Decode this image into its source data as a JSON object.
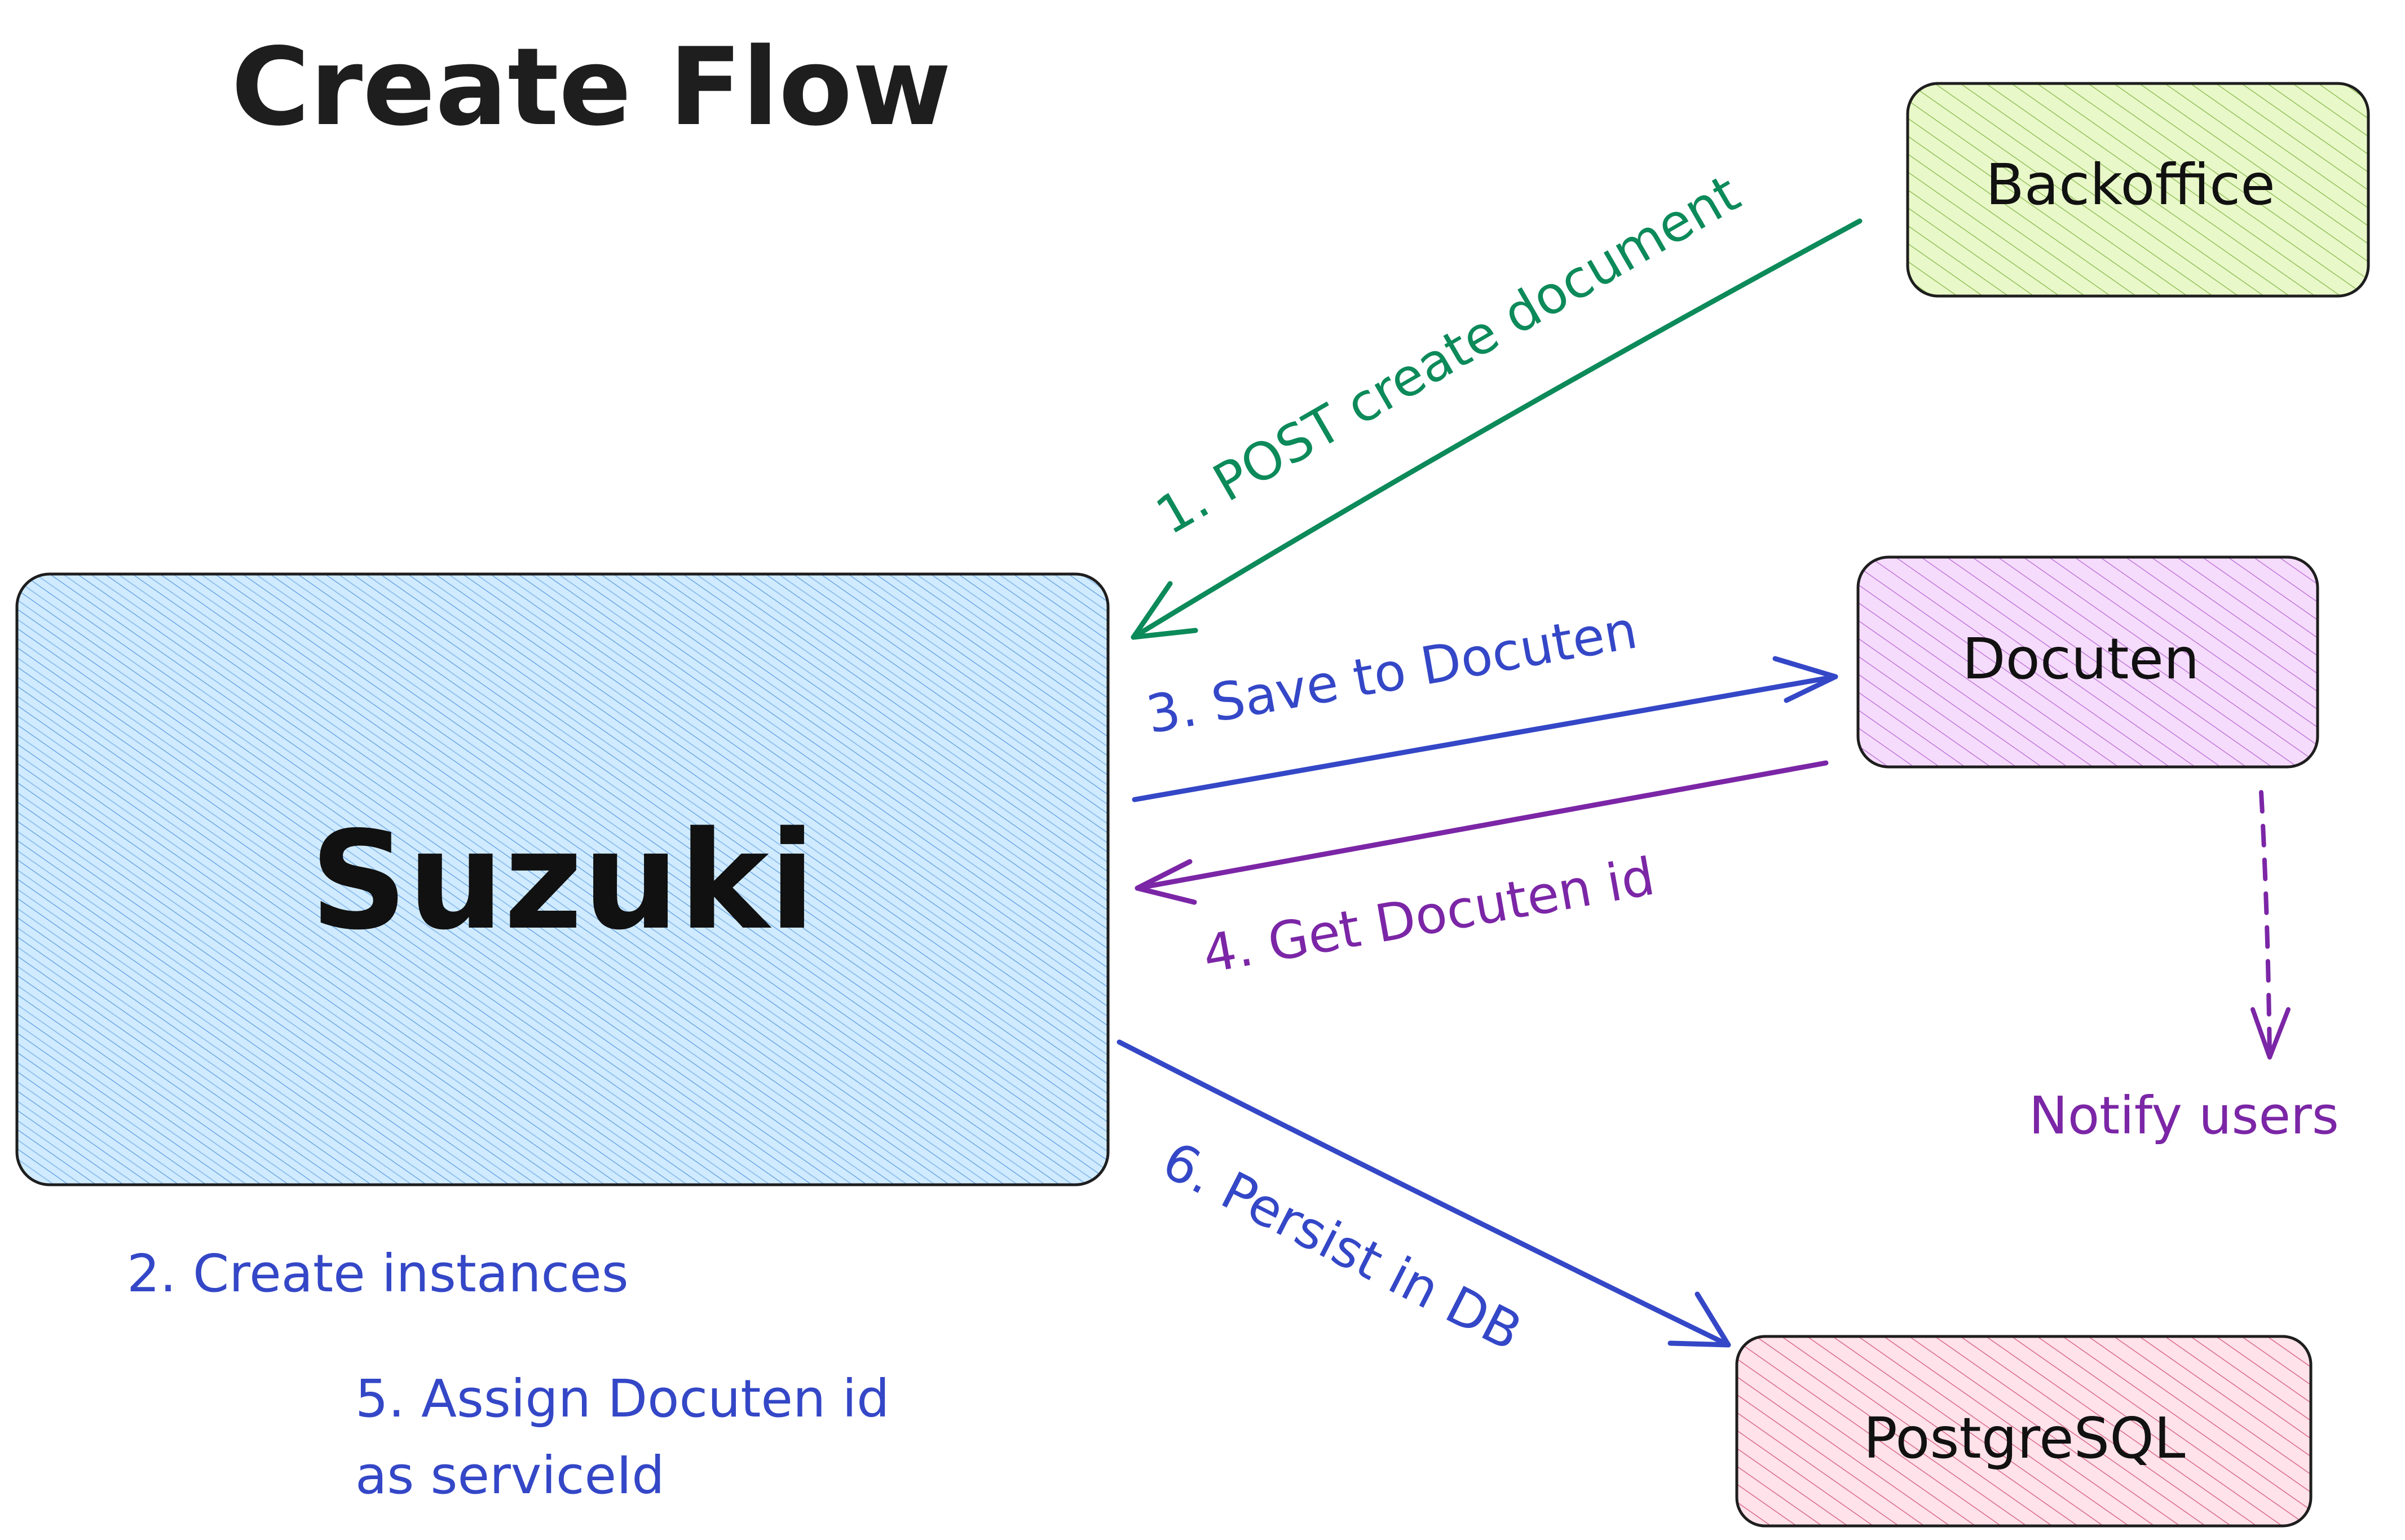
{
  "title": "Create Flow",
  "nodes": {
    "suzuki": {
      "label": "Suzuki",
      "fill": "#a5d8ff",
      "hatch": "#4a90d9"
    },
    "backoffice": {
      "label": "Backoffice",
      "fill": "#d8f5a2",
      "hatch": "#7cb342"
    },
    "docuten": {
      "label": "Docuten",
      "fill": "#eebefa",
      "hatch": "#b05fd0"
    },
    "postgresql": {
      "label": "PostgreSQL",
      "fill": "#ffc9d9",
      "hatch": "#d04a72"
    }
  },
  "edges": {
    "post_create": {
      "label": "1. POST create document",
      "color": "#0c8a5a"
    },
    "save_docuten": {
      "label": "3. Save to Docuten",
      "color": "#3447c7"
    },
    "get_id": {
      "label": "4. Get Docuten id",
      "color": "#7b26a6"
    },
    "persist_db": {
      "label": "6. Persist in DB",
      "color": "#3447c7"
    },
    "notify": {
      "label": "Notify users",
      "color": "#7b26a6"
    }
  },
  "notes": {
    "create_instances": "2. Create instances",
    "assign_line1": "5. Assign Docuten id",
    "assign_line2": "as serviceId"
  },
  "colors": {
    "stroke": "#1e1e1e",
    "note_blue": "#3447c7"
  }
}
